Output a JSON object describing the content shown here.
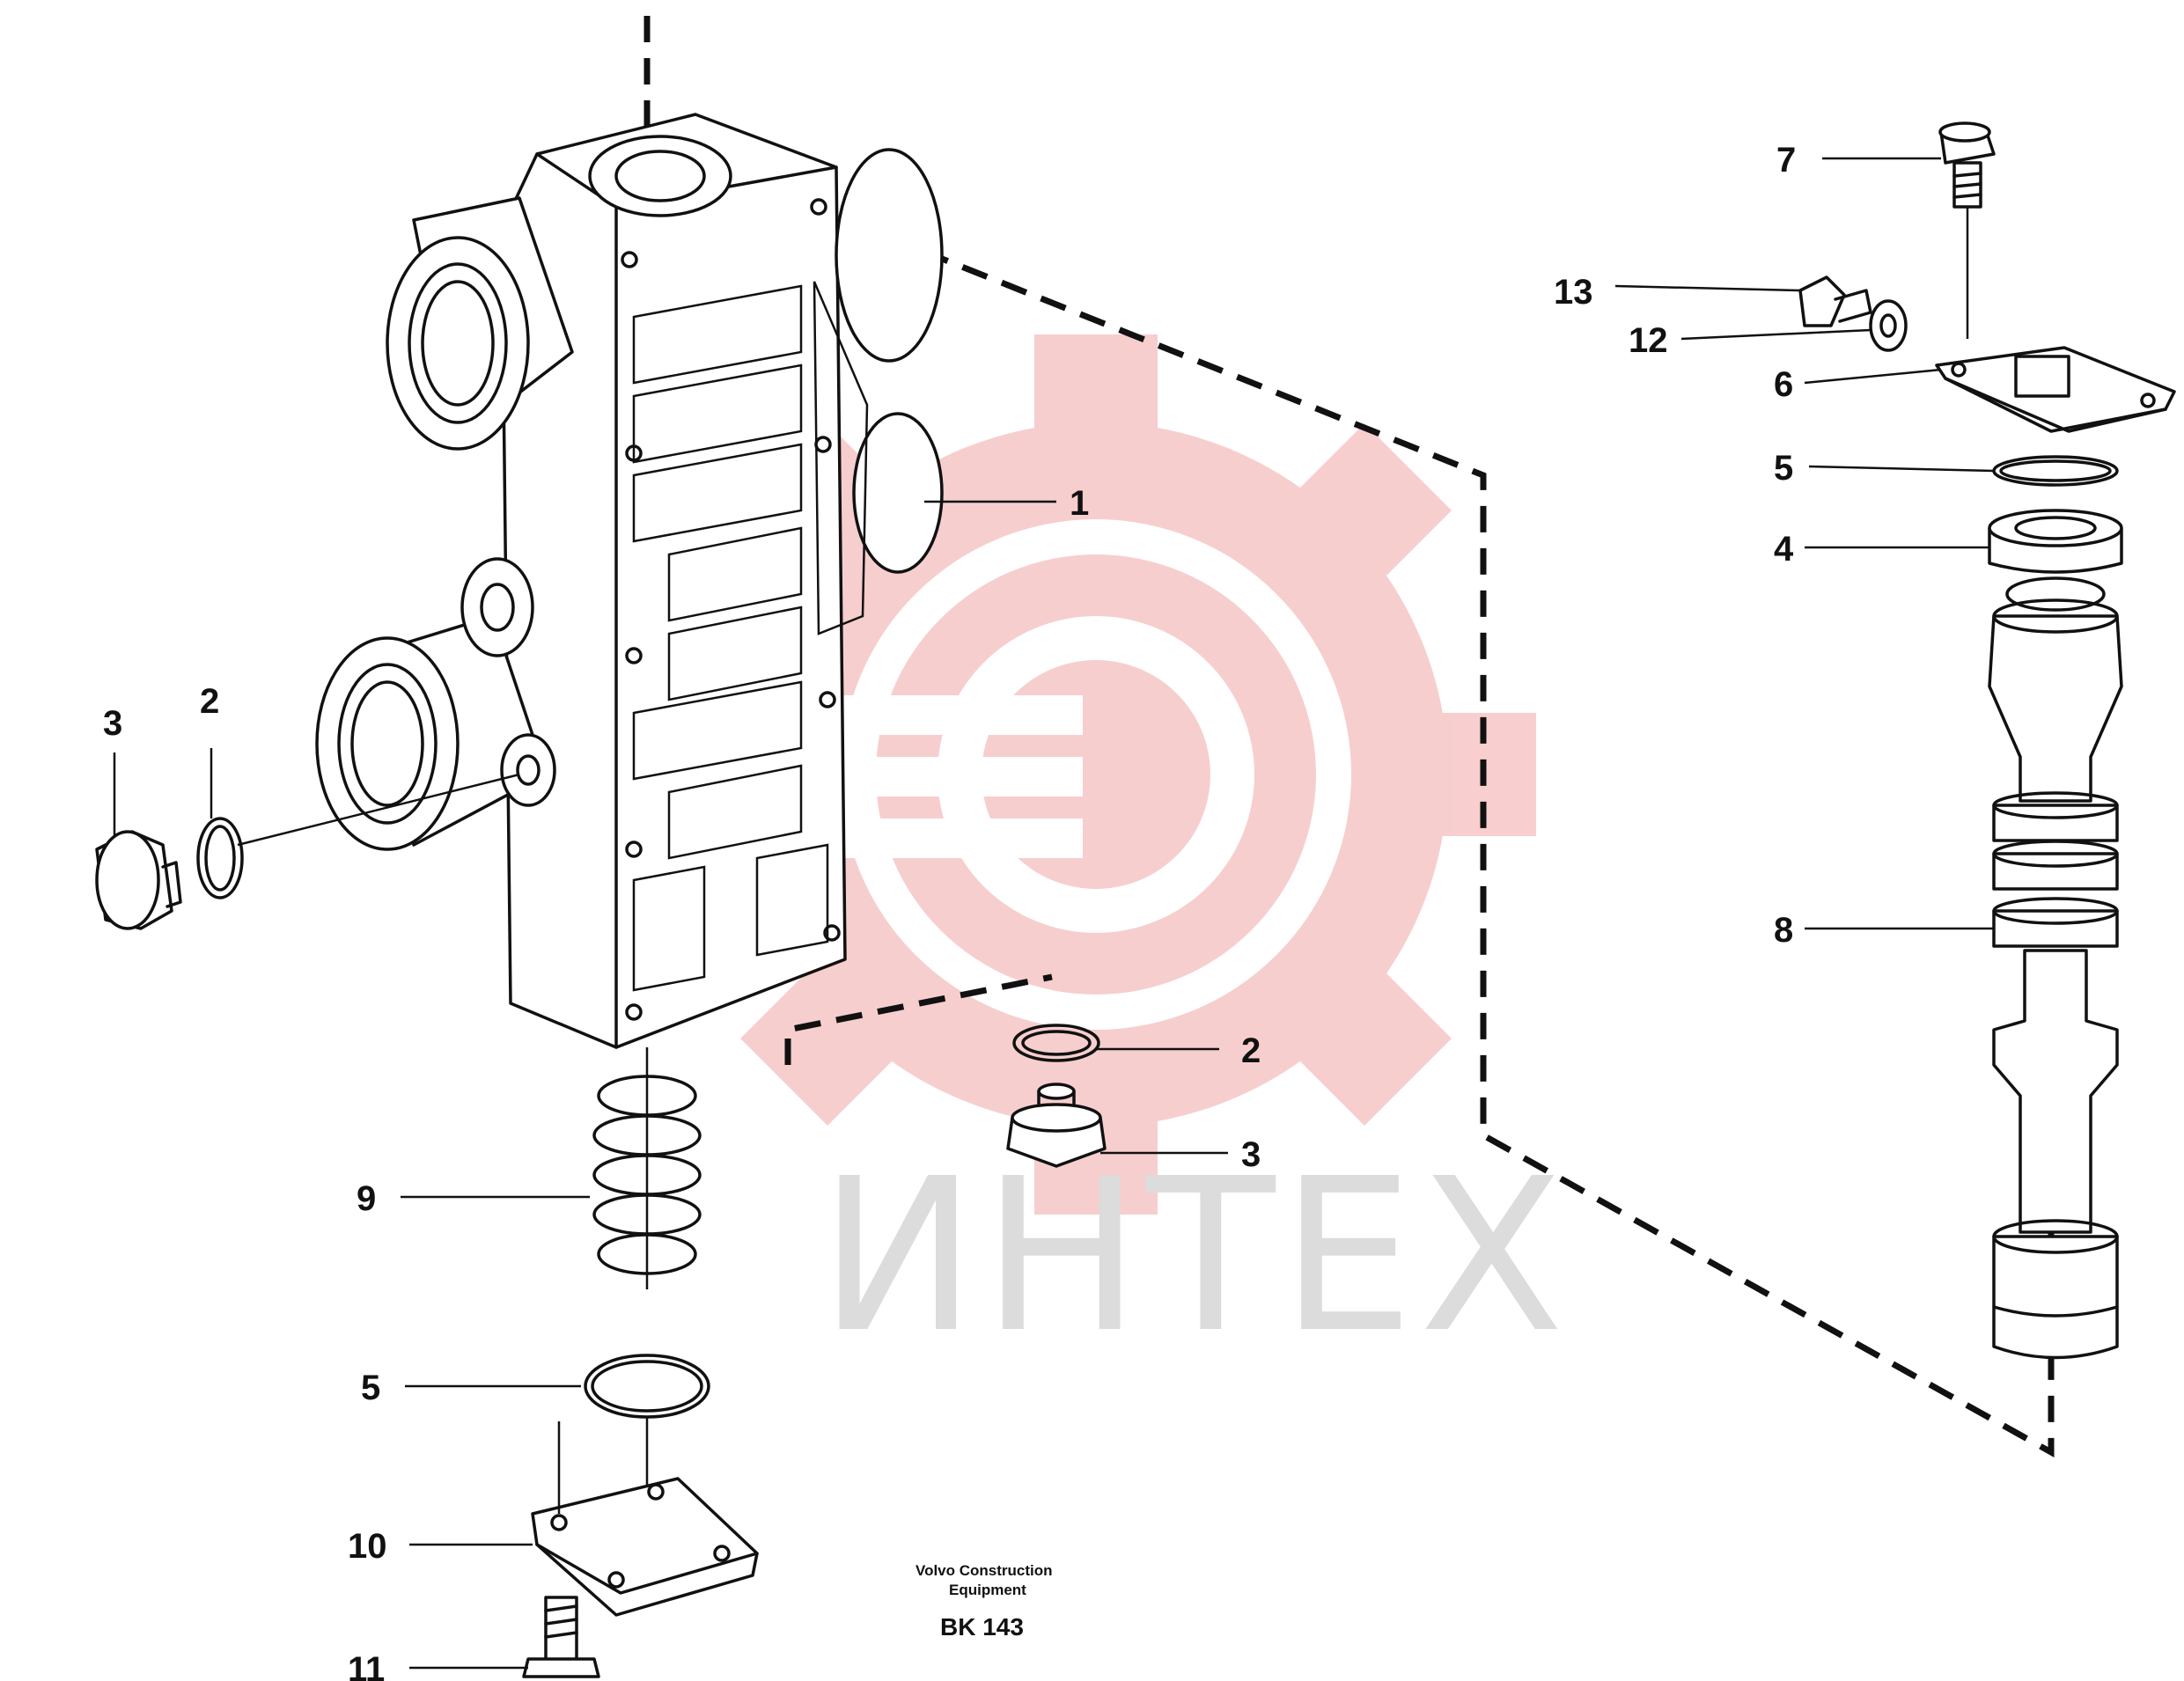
{
  "watermark": {
    "text": "ИНТЕХ",
    "gear_color": "#f7c9c9"
  },
  "callouts": [
    {
      "id": "c1",
      "label": "1"
    },
    {
      "id": "c2-left",
      "label": "2"
    },
    {
      "id": "c3-left",
      "label": "3"
    },
    {
      "id": "c2-mid",
      "label": "2"
    },
    {
      "id": "c3-mid",
      "label": "3"
    },
    {
      "id": "c9",
      "label": "9"
    },
    {
      "id": "c5-low",
      "label": "5"
    },
    {
      "id": "c10",
      "label": "10"
    },
    {
      "id": "c11",
      "label": "11"
    },
    {
      "id": "c7",
      "label": "7"
    },
    {
      "id": "c13",
      "label": "13"
    },
    {
      "id": "c12",
      "label": "12"
    },
    {
      "id": "c6",
      "label": "6"
    },
    {
      "id": "c5-right",
      "label": "5"
    },
    {
      "id": "c4",
      "label": "4"
    },
    {
      "id": "c8",
      "label": "8"
    }
  ],
  "footer": {
    "manufacturer_line1": "Volvo Construction",
    "manufacturer_line2": "Equipment",
    "code": "BK 143"
  }
}
